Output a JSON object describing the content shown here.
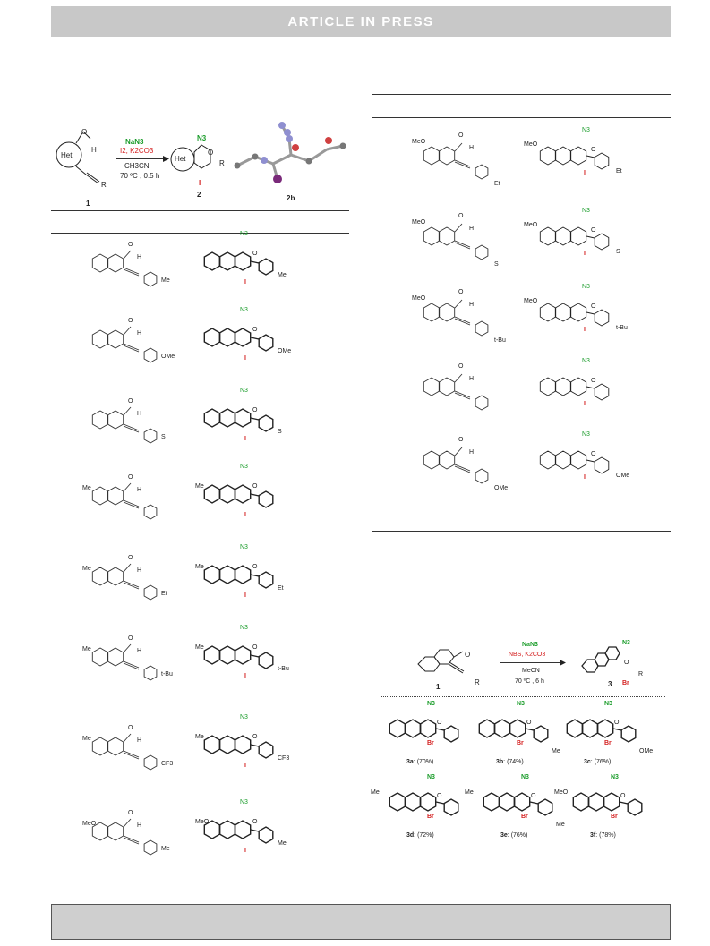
{
  "header": {
    "banner_text": "ARTICLE IN PRESS"
  },
  "scheme1": {
    "reagent_1": "NaN3",
    "reagent_2": "I2, K2CO3",
    "solvent": "CH3CN",
    "conditions": "70 ºC , 0.5 h",
    "sm_label": "1",
    "product_label": "2",
    "xray_label": "2b",
    "het": "Het",
    "r": "R",
    "h": "H",
    "n3": "N3",
    "i": "I"
  },
  "table_left_substituents": [
    "Me",
    "OMe",
    "S",
    "",
    "Et",
    "t-Bu",
    "CF3",
    "Me"
  ],
  "table_left_prefix": [
    "",
    "",
    "",
    "Me",
    "Me",
    "Me",
    "Me",
    "MeO"
  ],
  "table_right_substituents": [
    "Et",
    "S",
    "t-Bu",
    "",
    "OMe"
  ],
  "table_right_prefix": [
    "MeO",
    "MeO",
    "MeO",
    "",
    ""
  ],
  "scheme2": {
    "reagent_1": "NaN3",
    "reagent_2": "NBS, K2CO3",
    "solvent": "MeCN",
    "conditions": "70 ºC , 6 h",
    "sm_label": "1",
    "product_label": "3",
    "br": "Br",
    "products": [
      {
        "id": "3a",
        "yield": "(70%)"
      },
      {
        "id": "3b",
        "yield": "(74%)"
      },
      {
        "id": "3c",
        "yield": "(76%)"
      },
      {
        "id": "3d",
        "yield": "(72%)"
      },
      {
        "id": "3e",
        "yield": "(76%)"
      },
      {
        "id": "3f",
        "yield": "(78%)"
      }
    ],
    "substituents": [
      "",
      "Me",
      "OMe",
      "",
      "Me",
      ""
    ],
    "prefix": [
      "",
      "",
      "",
      "Me",
      "Me",
      "MeO"
    ]
  },
  "colors": {
    "green": "#1a9c2a",
    "red": "#d42020",
    "banner": "#c8c8c8"
  }
}
